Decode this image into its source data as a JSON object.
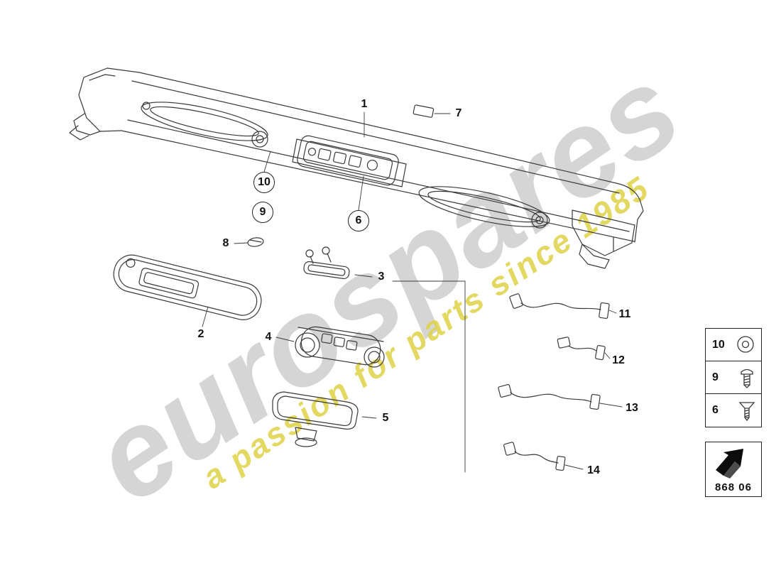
{
  "watermark": {
    "brand": "eurospares",
    "tagline": "a passion for parts since 1985",
    "brand_color": "#b2b2b2",
    "tagline_color": "#ded24a"
  },
  "drawing": {
    "line_color": "#3a3a3a",
    "parts": [
      "front-panel-trim",
      "sun-visor",
      "reading-light",
      "interior-light-console",
      "rear-view-mirror",
      "cover-cap",
      "clip",
      "cable",
      "cable",
      "cable",
      "cable"
    ]
  },
  "callouts": [
    {
      "label": "1",
      "circled": false
    },
    {
      "label": "7",
      "circled": false
    },
    {
      "label": "10",
      "circled": true
    },
    {
      "label": "9",
      "circled": true
    },
    {
      "label": "8",
      "circled": false
    },
    {
      "label": "6",
      "circled": true
    },
    {
      "label": "2",
      "circled": false
    },
    {
      "label": "3",
      "circled": false
    },
    {
      "label": "4",
      "circled": false
    },
    {
      "label": "5",
      "circled": false
    },
    {
      "label": "11",
      "circled": false
    },
    {
      "label": "12",
      "circled": false
    },
    {
      "label": "13",
      "circled": false
    },
    {
      "label": "14",
      "circled": false
    }
  ],
  "legend": {
    "items": [
      {
        "label": "10",
        "icon": "washer-icon"
      },
      {
        "label": "9",
        "icon": "pan-head-screw-icon"
      },
      {
        "label": "6",
        "icon": "countersunk-screw-icon"
      }
    ]
  },
  "part_group": {
    "code": "868 06",
    "icon": "arrow-logo-icon"
  }
}
